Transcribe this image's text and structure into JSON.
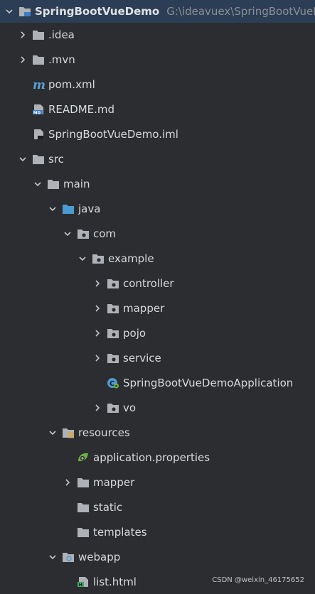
{
  "project": {
    "name": "SpringBootVueDemo",
    "path": "G:\\ideavuex\\SpringBootVueDemo"
  },
  "nodes": [
    {
      "label": ".idea",
      "depth": 1,
      "chevron": "right",
      "icon": "folder-icon"
    },
    {
      "label": ".mvn",
      "depth": 1,
      "chevron": "right",
      "icon": "folder-icon"
    },
    {
      "label": "pom.xml",
      "depth": 1,
      "chevron": "none",
      "icon": "maven-icon"
    },
    {
      "label": "README.md",
      "depth": 1,
      "chevron": "none",
      "icon": "markdown-icon"
    },
    {
      "label": "SpringBootVueDemo.iml",
      "depth": 1,
      "chevron": "none",
      "icon": "iml-file-icon"
    },
    {
      "label": "src",
      "depth": 1,
      "chevron": "down",
      "icon": "folder-icon"
    },
    {
      "label": "main",
      "depth": 2,
      "chevron": "down",
      "icon": "folder-icon"
    },
    {
      "label": "java",
      "depth": 3,
      "chevron": "down",
      "icon": "source-folder-icon"
    },
    {
      "label": "com",
      "depth": 4,
      "chevron": "down",
      "icon": "package-icon"
    },
    {
      "label": "example",
      "depth": 5,
      "chevron": "down",
      "icon": "package-icon"
    },
    {
      "label": "controller",
      "depth": 6,
      "chevron": "right",
      "icon": "package-icon"
    },
    {
      "label": "mapper",
      "depth": 6,
      "chevron": "right",
      "icon": "package-icon"
    },
    {
      "label": "pojo",
      "depth": 6,
      "chevron": "right",
      "icon": "package-icon"
    },
    {
      "label": "service",
      "depth": 6,
      "chevron": "right",
      "icon": "package-icon"
    },
    {
      "label": "SpringBootVueDemoApplication",
      "depth": 6,
      "chevron": "none",
      "icon": "spring-boot-class-icon"
    },
    {
      "label": "vo",
      "depth": 6,
      "chevron": "right",
      "icon": "package-icon"
    },
    {
      "label": "resources",
      "depth": 3,
      "chevron": "down",
      "icon": "resources-folder-icon"
    },
    {
      "label": "application.properties",
      "depth": 4,
      "chevron": "none",
      "icon": "spring-properties-icon"
    },
    {
      "label": "mapper",
      "depth": 4,
      "chevron": "right",
      "icon": "folder-icon"
    },
    {
      "label": "static",
      "depth": 4,
      "chevron": "none",
      "icon": "folder-icon"
    },
    {
      "label": "templates",
      "depth": 4,
      "chevron": "none",
      "icon": "folder-icon"
    },
    {
      "label": "webapp",
      "depth": 3,
      "chevron": "down",
      "icon": "web-folder-icon"
    },
    {
      "label": "list.html",
      "depth": 4,
      "chevron": "none",
      "icon": "html-file-icon"
    }
  ],
  "watermark": "CSDN @weixin_46175652",
  "colors": {
    "background": "#2b2d30",
    "selected": "#2c3e55",
    "text": "#d7dade",
    "folder": "#aeb1b6",
    "source_folder": "#4b9bd2",
    "maven": "#5a9fd4",
    "spring": "#6db33f"
  }
}
